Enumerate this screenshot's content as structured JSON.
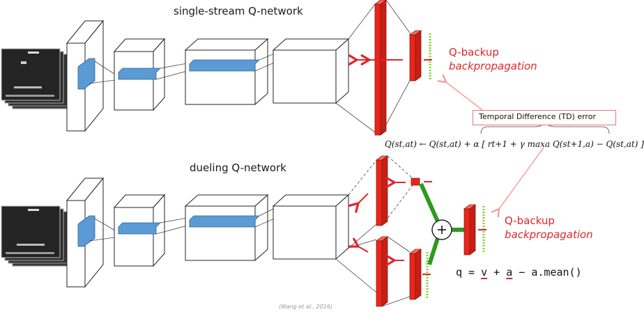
{
  "top": {
    "title": "single-stream Q-network",
    "qbackup": "Q-backup",
    "backprop": "backpropagation"
  },
  "bottom": {
    "title": "dueling Q-network",
    "qbackup": "Q-backup",
    "backprop": "backpropagation",
    "plus": "+"
  },
  "td": {
    "label": "Temporal Difference (TD) error",
    "formula": "Q(st,at) ← Q(st,at) + α [ rt+1 + γ maxa Q(st+1,a) − Q(st,at) ]"
  },
  "code": {
    "q": "q",
    "eq": " = ",
    "v": "v",
    "plus": " + ",
    "a": "a",
    "rest": " − a.mean()"
  },
  "citation": "(Wang et al., 2016)",
  "colors": {
    "layer_red": "#e8261c",
    "arrow_red": "#e0262b",
    "blue_filter": "#5b9bd5",
    "green": "#2e9b20",
    "dot_green": "#7ed321",
    "pink_line": "#f2a0a0"
  }
}
